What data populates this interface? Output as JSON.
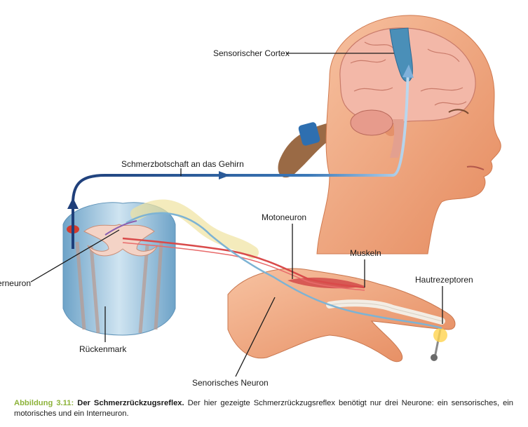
{
  "labels": {
    "sensory_cortex": "Sensorischer Cortex",
    "pain_message": "Schmerzbotschaft an das Gehirn",
    "motoneuron": "Motoneuron",
    "muscles": "Muskeln",
    "skin_receptors": "Hautrezeptoren",
    "interneuron": "Interneuron",
    "spinal_cord": "Rückenmark",
    "sensory_neuron": "Senorisches Neuron"
  },
  "caption": {
    "number": "Abbildung 3.11:",
    "title": "Der Schmerzrückzugsreflex.",
    "text": "Der hier gezeigte Schmerzrückzugsreflex benötigt nur drei Neurone: ein sensorisches, ein motorisches und ein Interneuron."
  },
  "colors": {
    "skin": "#f2a77e",
    "brain": "#f0b5a5",
    "cortex": "#4a8fb8",
    "spinal_cord": "#a9cde4",
    "motor_nerve": "#d94a4a",
    "sensory_nerve": "#7db3d4",
    "arrow": "#1f3f7a",
    "caption_accent": "#8db33a"
  }
}
